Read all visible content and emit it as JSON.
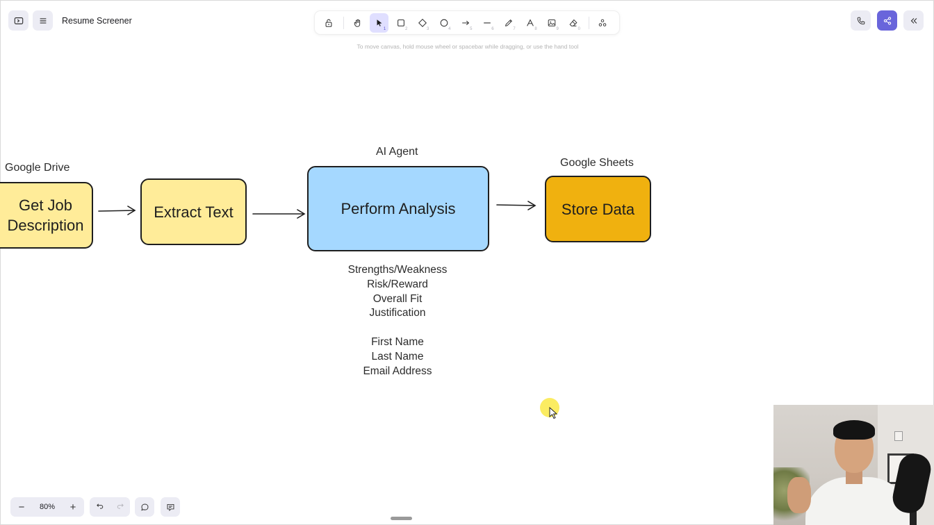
{
  "app": {
    "title": "Resume Screener"
  },
  "toolbar": {
    "tools": [
      {
        "name": "lock-icon",
        "key": ""
      },
      {
        "name": "hand-icon",
        "key": ""
      },
      {
        "name": "selection-icon",
        "key": "1"
      },
      {
        "name": "rectangle-icon",
        "key": "2"
      },
      {
        "name": "diamond-icon",
        "key": "3"
      },
      {
        "name": "ellipse-icon",
        "key": "4"
      },
      {
        "name": "arrow-icon",
        "key": "5"
      },
      {
        "name": "line-icon",
        "key": "6"
      },
      {
        "name": "pencil-icon",
        "key": "7"
      },
      {
        "name": "text-icon",
        "key": "8"
      },
      {
        "name": "image-icon",
        "key": "9"
      },
      {
        "name": "eraser-icon",
        "key": "0"
      },
      {
        "name": "more-tools-icon",
        "key": ""
      }
    ],
    "active_tool": "selection-icon",
    "hint": "To move canvas, hold mouse wheel or spacebar while dragging, or use the hand tool"
  },
  "canvas": {
    "labels": {
      "google_drive": "Google Drive",
      "ai_agent": "AI Agent",
      "google_sheets": "Google Sheets"
    },
    "boxes": {
      "get_job_line1": "Get Job",
      "get_job_line2": "Description",
      "extract_text": "Extract Text",
      "perform_analysis": "Perform Analysis",
      "store_data": "Store Data"
    },
    "notes": [
      "Strengths/Weakness",
      "Risk/Reward",
      "Overall Fit",
      "Justification",
      "",
      "First Name",
      "Last Name",
      "Email Address"
    ],
    "colors": {
      "yellow_box": "#ffec99",
      "blue_box": "#a5d8ff",
      "orange_box": "#f0b10f",
      "accent": "#6965db"
    }
  },
  "footer": {
    "zoom_level": "80%",
    "zoom_out": "−",
    "zoom_in": "+"
  }
}
